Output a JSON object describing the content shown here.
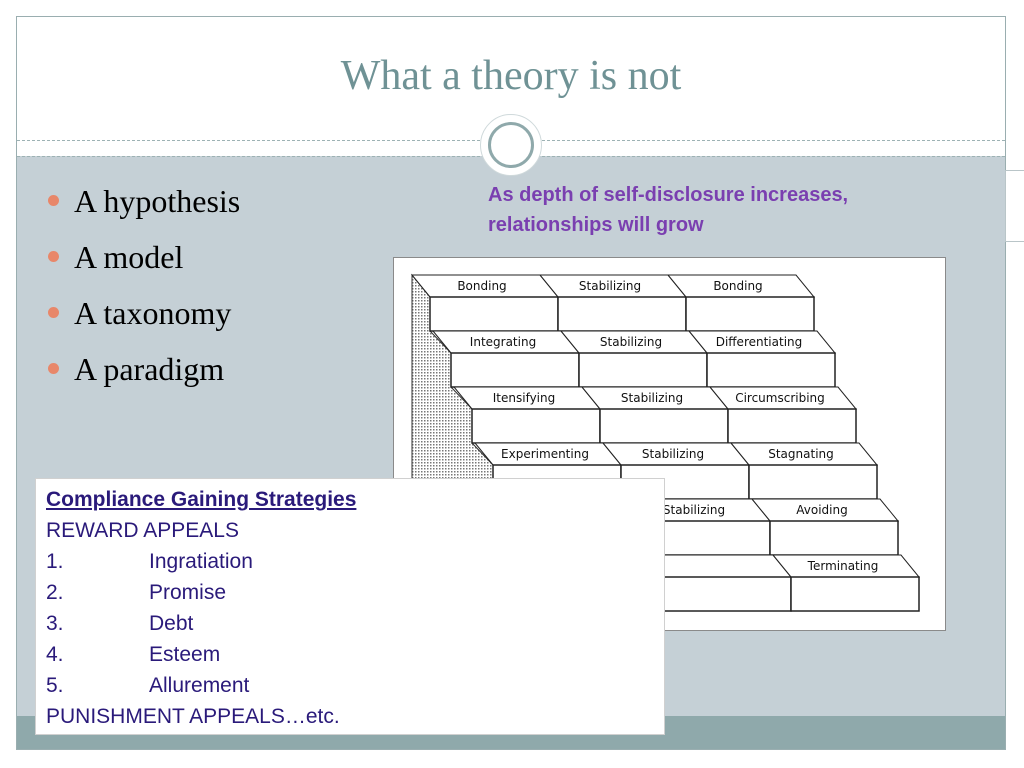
{
  "slide": {
    "title": "What a theory is not",
    "bullets": [
      "A hypothesis",
      "A model",
      "A taxonomy",
      "A paradigm"
    ],
    "caption": "As depth of self-disclosure increases, relationships will grow"
  },
  "diagram": {
    "rows": [
      [
        "Bonding",
        "Stabilizing",
        "Bonding"
      ],
      [
        "Integrating",
        "Stabilizing",
        "Differentiating"
      ],
      [
        "Itensifying",
        "Stabilizing",
        "Circumscribing"
      ],
      [
        "Experimenting",
        "Stabilizing",
        "Stagnating"
      ],
      [
        "",
        "Stabilizing",
        "Avoiding"
      ],
      [
        "",
        "",
        "Terminating"
      ]
    ]
  },
  "compliance": {
    "title": "Compliance Gaining Strategies",
    "reward_heading": "REWARD APPEALS",
    "items": [
      {
        "num": "1.",
        "label": "Ingratiation"
      },
      {
        "num": "2.",
        "label": "Promise"
      },
      {
        "num": "3.",
        "label": "Debt"
      },
      {
        "num": "4.",
        "label": "Esteem"
      },
      {
        "num": "5.",
        "label": "Allurement"
      }
    ],
    "punishment": "PUNISHMENT APPEALS…etc."
  },
  "colors": {
    "title": "#6f9295",
    "content_bg": "#c5d0d6",
    "footer_band": "#8fa9ab",
    "bullet": "#e8876a",
    "caption": "#7a3fb0",
    "box_text": "#2a1a7a"
  }
}
